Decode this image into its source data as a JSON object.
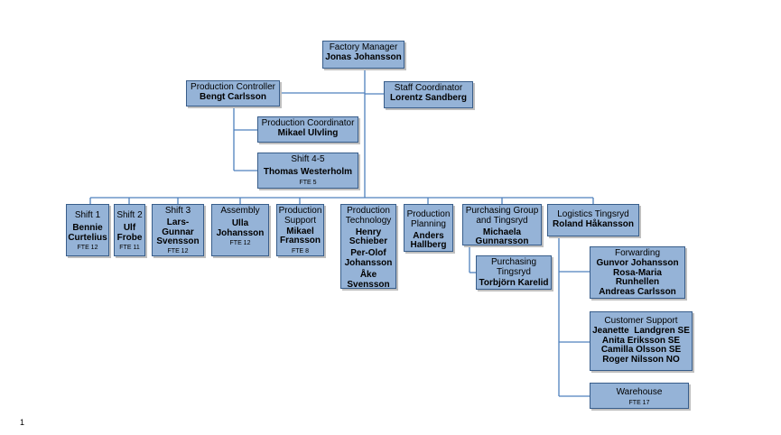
{
  "chart": {
    "manager": {
      "title": "Factory Manager",
      "name": "Jonas Johansson"
    },
    "prod_controller": {
      "title": "Production Controller",
      "name": "Bengt Carlsson"
    },
    "staff_coord": {
      "title": "Staff Coordinator",
      "name": "Lorentz Sandberg"
    },
    "prod_coord": {
      "title": "Production Coordinator",
      "name": "Mikael Ulvling"
    },
    "shift45": {
      "title": "Shift 4-5",
      "name": "Thomas Westerholm",
      "fte": "FTE 5"
    },
    "shift1": {
      "title": "Shift 1",
      "name1": "Bennie",
      "name2": "Curtelius",
      "fte": "FTE 12"
    },
    "shift2": {
      "title": "Shift 2",
      "name1": "Ulf",
      "name2": "Frobe",
      "fte": "FTE 11"
    },
    "shift3": {
      "title": "Shift 3",
      "name1": "Lars-",
      "name2": "Gunnar",
      "name3": "Svensson",
      "fte": "FTE 12"
    },
    "assembly": {
      "title": "Assembly",
      "name1": "Ulla",
      "name2": "Johansson",
      "fte": "FTE 12"
    },
    "prod_support": {
      "title1": "Production",
      "title2": "Support",
      "name1": "Mikael",
      "name2": "Fransson",
      "fte": "FTE 8"
    },
    "prod_tech": {
      "title1": "Production",
      "title2": "Technology",
      "names": [
        "Henry",
        "Schieber",
        "Per-Olof",
        "Johansson",
        "Åke",
        "Svensson"
      ]
    },
    "prod_planning": {
      "title1": "Production",
      "title2": "Planning",
      "name1": "Anders",
      "name2": "Hallberg"
    },
    "purchasing_group": {
      "title1": "Purchasing Group",
      "title2": "and Tingsryd",
      "name1": "Michaela",
      "name2": "Gunnarsson"
    },
    "purchasing_tingsryd": {
      "title1": "Purchasing",
      "title2": "Tingsryd",
      "name": "Torbjörn Karelid"
    },
    "logistics": {
      "title": "Logistics Tingsryd",
      "name": "Roland Håkansson"
    },
    "forwarding": {
      "title": "Forwarding",
      "names": [
        "Gunvor Johansson",
        "Rosa-Maria",
        "Runhellen",
        "Andreas Carlsson"
      ]
    },
    "customer_support": {
      "title": "Customer Support",
      "names": [
        "Jeanette  Landgren SE",
        "Anita Eriksson SE",
        "Camilla Olsson SE",
        "Roger Nilsson NO"
      ]
    },
    "warehouse": {
      "title": "Warehouse",
      "fte": "FTE 17"
    }
  },
  "page_number": "1",
  "colors": {
    "box_fill": "#95b3d7",
    "box_border": "#385d8a",
    "connector": "#4f81bd"
  }
}
